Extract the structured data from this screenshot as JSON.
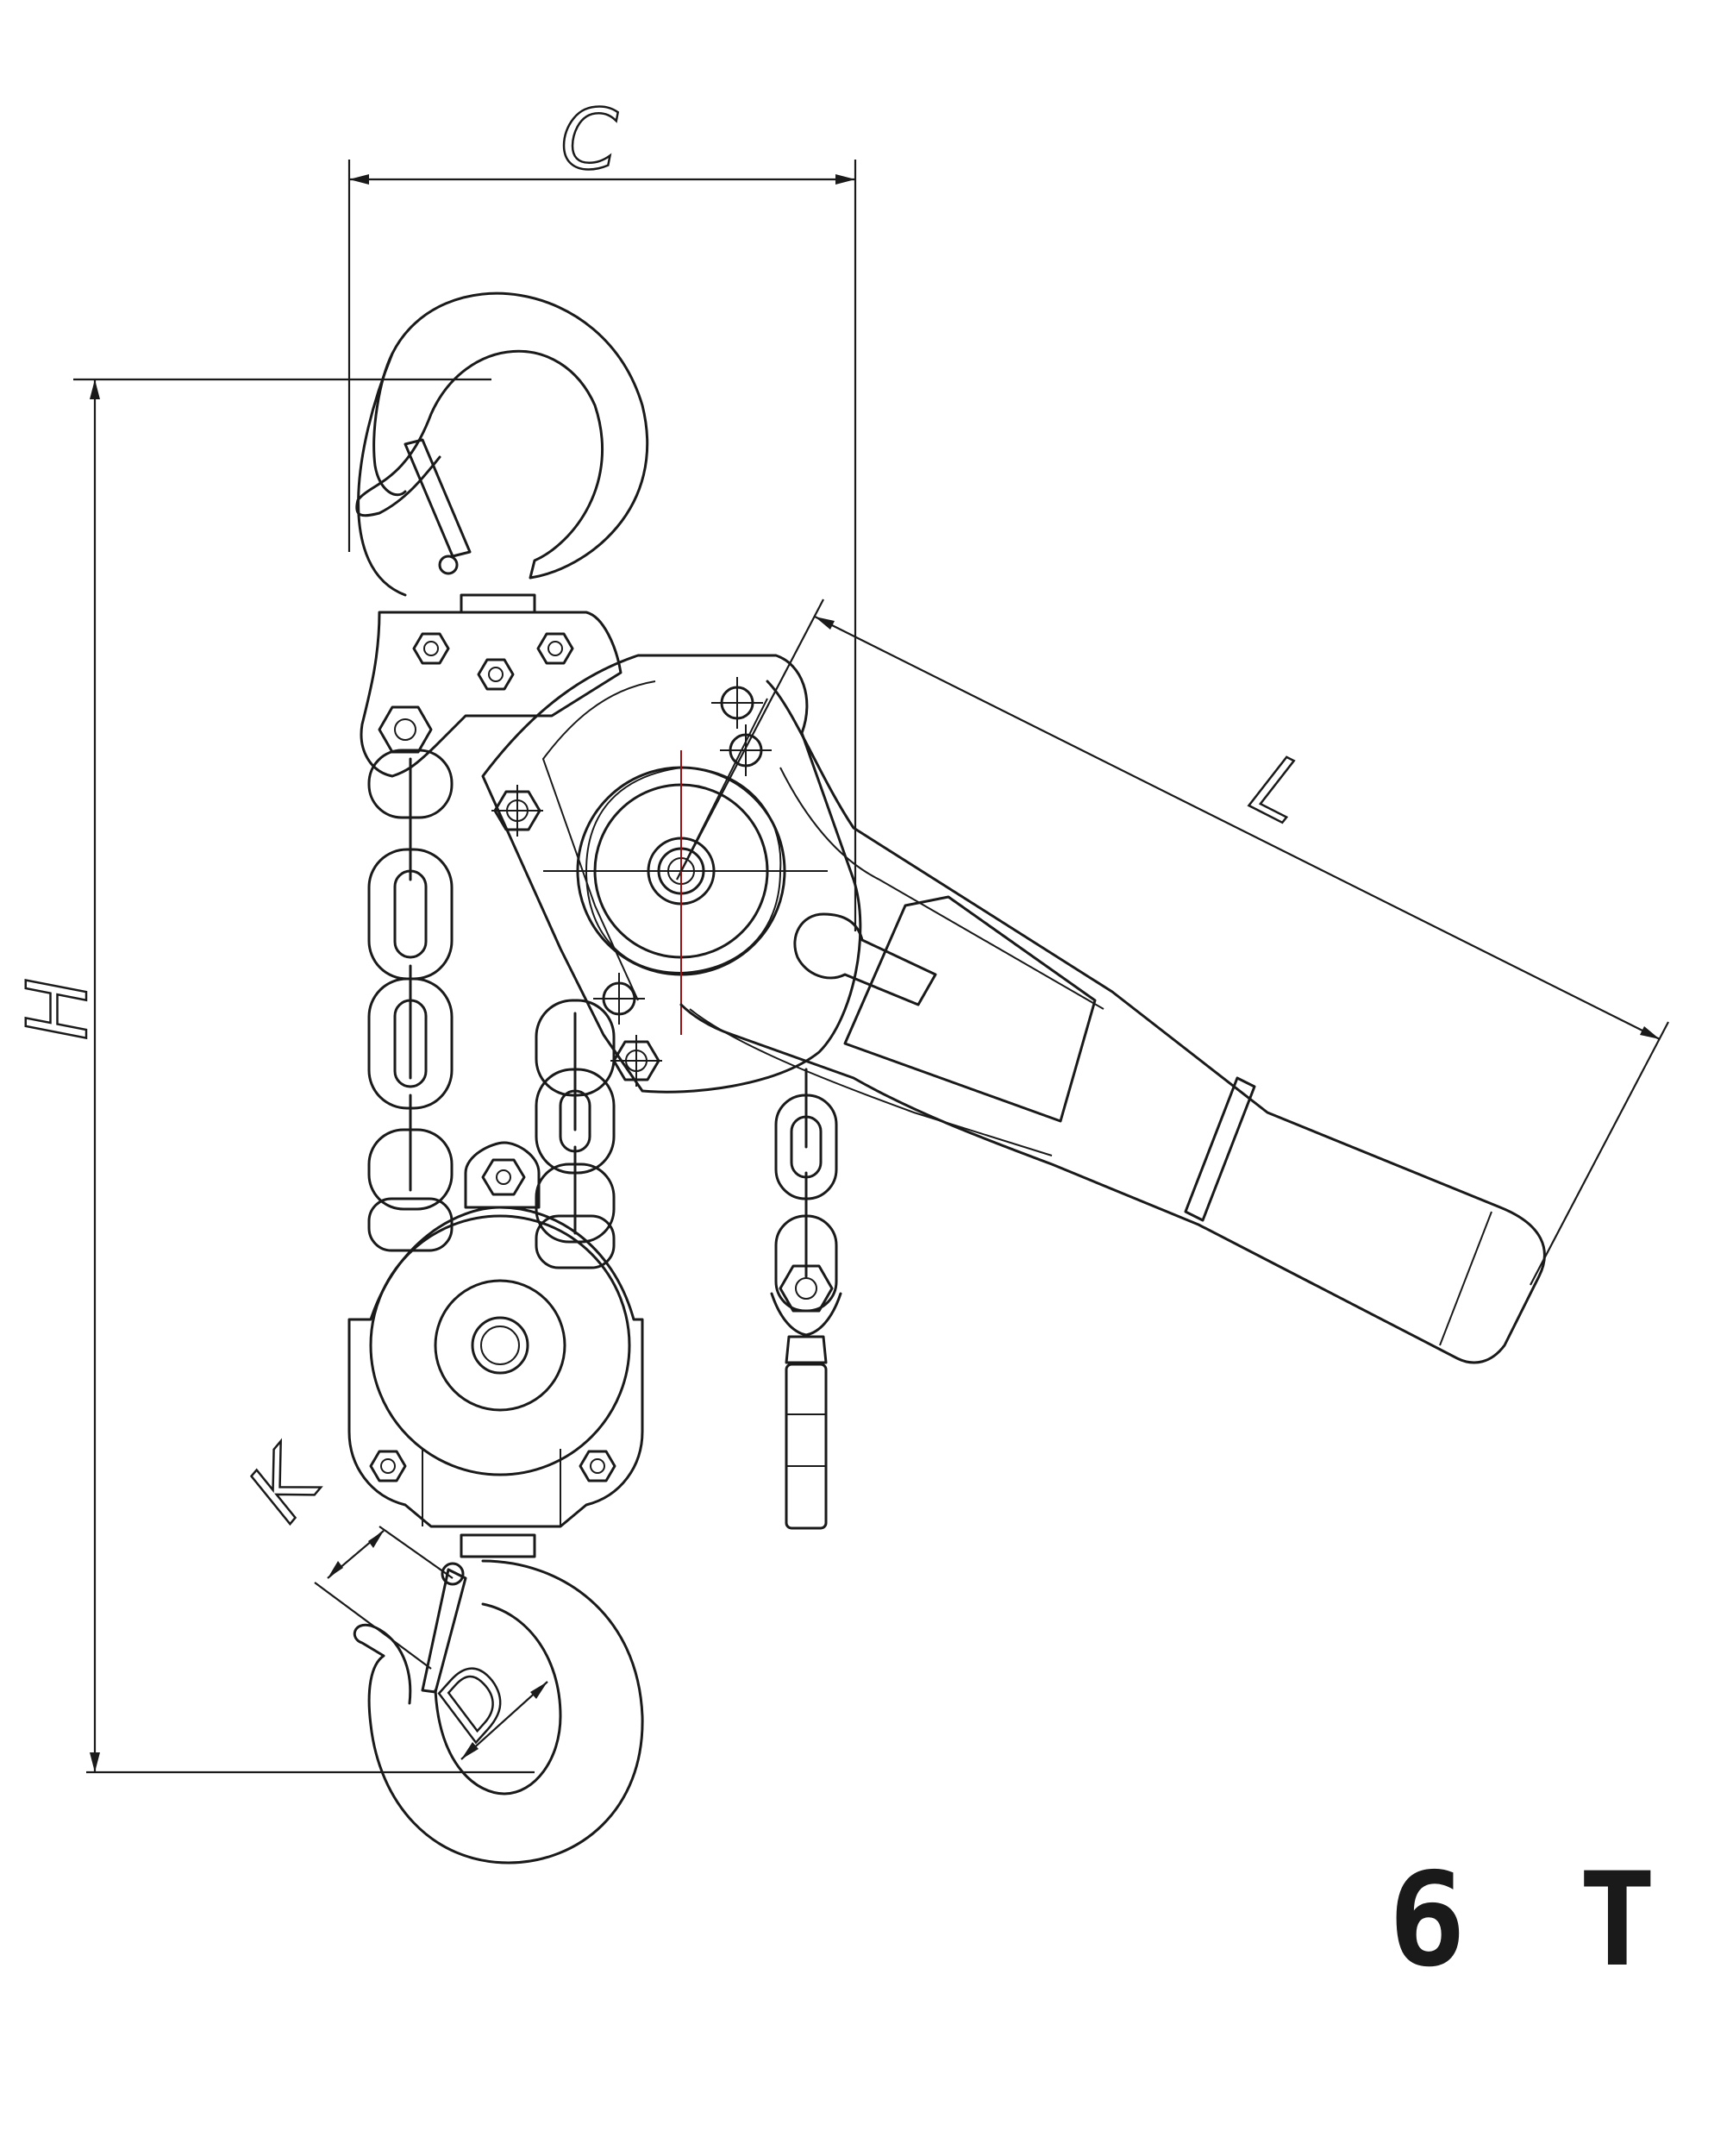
{
  "dimensions": {
    "c": "C",
    "h": "H",
    "l": "L",
    "k": "K",
    "d": "D"
  },
  "capacity": "6 T",
  "colors": {
    "line": "#1a1a1a",
    "centerline": "#9a1010",
    "background": "#ffffff"
  }
}
